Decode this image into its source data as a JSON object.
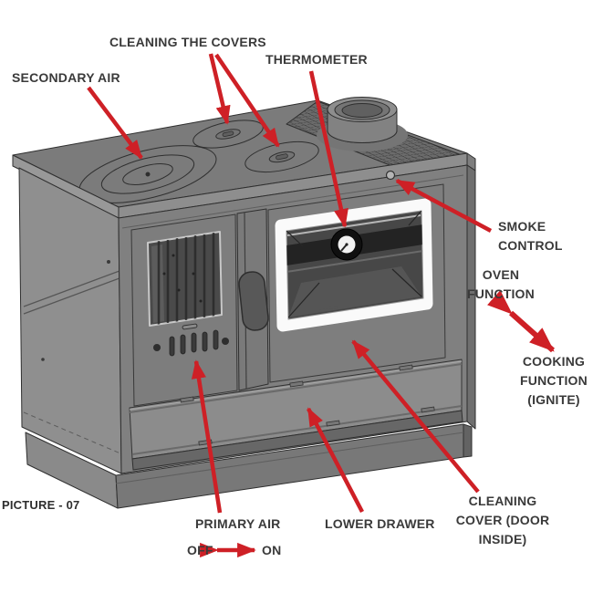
{
  "diagram": {
    "caption": "PICTURE - 07",
    "labels": {
      "cleaning_covers": "CLEANING THE COVERS",
      "secondary_air": "SECONDARY AIR",
      "thermometer": "THERMOMETER",
      "smoke_control": "SMOKE CONTROL",
      "oven_function": "OVEN FUNCTION",
      "cooking_function": "COOKING FUNCTION (IGNITE)",
      "cleaning_cover": "CLEANING COVER (DOOR INSIDE)",
      "lower_drawer": "LOWER DRAWER",
      "primary_air": "PRIMARY AIR",
      "off": "OFF",
      "on": "ON"
    },
    "colors": {
      "arrow": "#ce2026",
      "text": "#3a3a3a"
    }
  }
}
